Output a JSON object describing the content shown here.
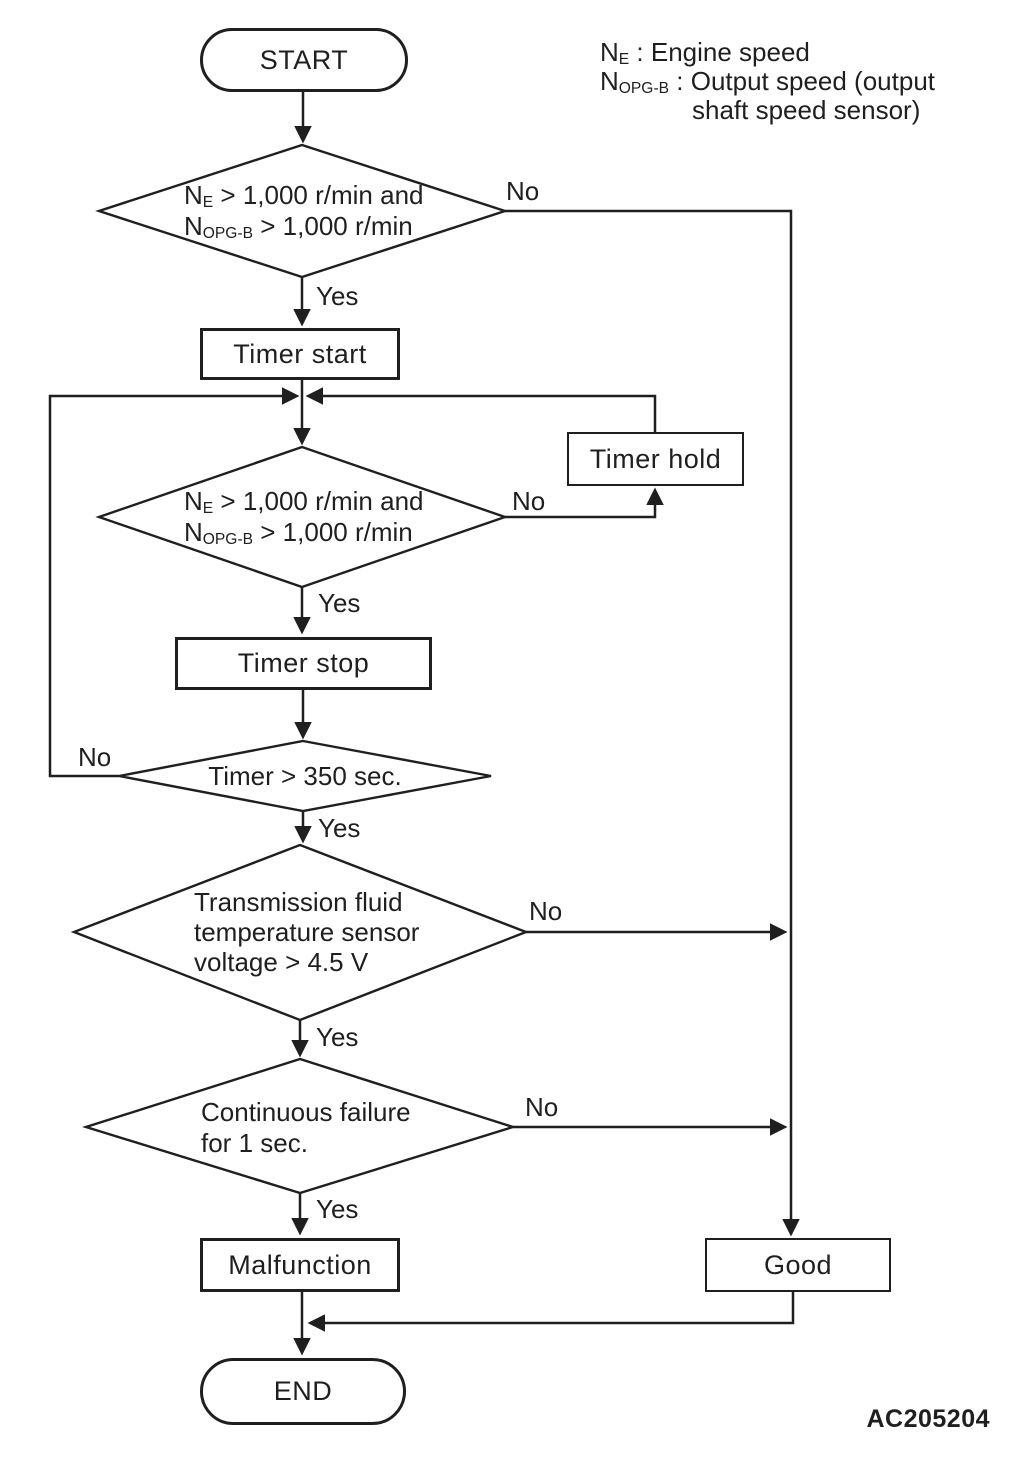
{
  "colors": {
    "ink": "#1f1f1f",
    "paper": "#ffffff"
  },
  "legend": {
    "l1_sym": "N",
    "l1_sub": "E",
    "l1_text": " : Engine speed",
    "l2_sym": "N",
    "l2_sub": "OPG-B",
    "l2_text": " : Output speed (output",
    "l3_text": "shaft speed sensor)"
  },
  "nodes": {
    "start": {
      "label": "START"
    },
    "decision1": {
      "l1_sym": "N",
      "l1_sub": "E",
      "l1_text": " > 1,000 r/min and",
      "l2_sym": "N",
      "l2_sub": "OPG-B",
      "l2_text": " > 1,000 r/min"
    },
    "timer_start": {
      "label": "Timer start"
    },
    "timer_hold": {
      "label": "Timer hold"
    },
    "decision2": {
      "l1_sym": "N",
      "l1_sub": "E",
      "l1_text": " > 1,000 r/min and",
      "l2_sym": "N",
      "l2_sub": "OPG-B",
      "l2_text": " > 1,000 r/min"
    },
    "timer_stop": {
      "label": "Timer stop"
    },
    "decision3": {
      "label": "Timer > 350 sec."
    },
    "decision4": {
      "line1": "Transmission fluid",
      "line2": "temperature sensor",
      "line3": "voltage > 4.5 V"
    },
    "decision5": {
      "line1": "Continuous failure",
      "line2": "for 1 sec."
    },
    "malfunction": {
      "label": "Malfunction"
    },
    "good": {
      "label": "Good"
    },
    "end": {
      "label": "END"
    }
  },
  "edge_labels": {
    "d1_yes": "Yes",
    "d1_no": "No",
    "d2_yes": "Yes",
    "d2_no": "No",
    "d3_yes": "Yes",
    "d3_no": "No",
    "d4_yes": "Yes",
    "d4_no": "No",
    "d5_yes": "Yes",
    "d5_no": "No"
  },
  "footer": {
    "figure_code": "AC205204"
  }
}
